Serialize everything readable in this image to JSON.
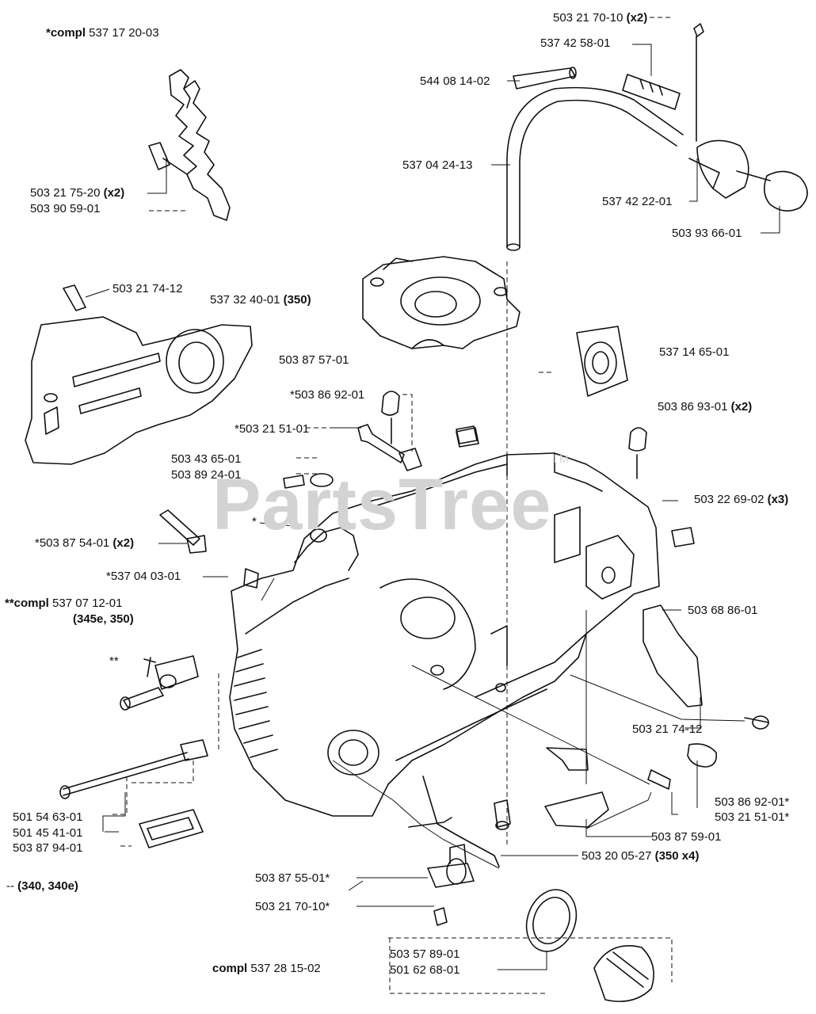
{
  "watermark": {
    "text": "PartsTree",
    "tm": "TM"
  },
  "labels": [
    {
      "id": "compl-537-17-20-03",
      "pre": "*compl",
      "text": " 537 17 20-03",
      "bold": ""
    },
    {
      "id": "503-21-70-10-top",
      "pre": "",
      "text": "503 21 70-10 ",
      "bold": "(x2)"
    },
    {
      "id": "537-42-58-01",
      "pre": "",
      "text": "537 42 58-01",
      "bold": ""
    },
    {
      "id": "544-08-14-02",
      "pre": "",
      "text": "544 08 14-02",
      "bold": ""
    },
    {
      "id": "537-04-24-13",
      "pre": "",
      "text": "537 04 24-13",
      "bold": ""
    },
    {
      "id": "503-21-75-20",
      "pre": "",
      "text": "503 21 75-20 ",
      "bold": "(x2)"
    },
    {
      "id": "503-90-59-01",
      "pre": "",
      "text": "503 90 59-01",
      "bold": ""
    },
    {
      "id": "537-42-22-01",
      "pre": "",
      "text": "537 42 22-01",
      "bold": ""
    },
    {
      "id": "503-93-66-01",
      "pre": "",
      "text": "503 93 66-01",
      "bold": ""
    },
    {
      "id": "503-21-74-12-top",
      "pre": "",
      "text": "503 21 74-12",
      "bold": ""
    },
    {
      "id": "537-32-40-01",
      "pre": "",
      "text": "537 32 40-01 ",
      "bold": "(350)"
    },
    {
      "id": "537-14-65-01",
      "pre": "",
      "text": "537 14 65-01",
      "bold": ""
    },
    {
      "id": "503-87-57-01",
      "pre": "",
      "text": "503 87 57-01",
      "bold": ""
    },
    {
      "id": "503-86-92-01-star",
      "pre": "",
      "text": "*503 86 92-01",
      "bold": ""
    },
    {
      "id": "503-86-93-01",
      "pre": "",
      "text": "503 86 93-01 ",
      "bold": "(x2)"
    },
    {
      "id": "503-21-51-01-star",
      "pre": "",
      "text": "*503 21 51-01",
      "bold": ""
    },
    {
      "id": "503-43-65-01",
      "pre": "",
      "text": "503 43 65-01",
      "bold": ""
    },
    {
      "id": "503-89-24-01",
      "pre": "",
      "text": "503 89 24-01",
      "bold": ""
    },
    {
      "id": "503-22-69-02",
      "pre": "",
      "text": "503 22 69-02 ",
      "bold": "(x3)"
    },
    {
      "id": "star-single",
      "pre": "",
      "text": "*",
      "bold": ""
    },
    {
      "id": "503-87-54-01",
      "pre": "",
      "text": "*503 87 54-01 ",
      "bold": "(x2)"
    },
    {
      "id": "537-04-03-01",
      "pre": "",
      "text": "*537 04 03-01",
      "bold": ""
    },
    {
      "id": "503-68-86-01",
      "pre": "",
      "text": "503 68 86-01",
      "bold": ""
    },
    {
      "id": "compl-537-07-12-01",
      "pre": "**compl",
      "text": " 537 07 12-01",
      "bold": ""
    },
    {
      "id": "345e-350",
      "pre": "",
      "text": "",
      "bold": "(345e, 350)"
    },
    {
      "id": "double-star",
      "pre": "",
      "text": "**",
      "bold": ""
    },
    {
      "id": "503-21-74-12-right",
      "pre": "",
      "text": "503 21 74-12",
      "bold": ""
    },
    {
      "id": "503-86-92-01-b",
      "pre": "",
      "text": "503 86 92-01*",
      "bold": ""
    },
    {
      "id": "503-21-51-01-b",
      "pre": "",
      "text": "503 21 51-01*",
      "bold": ""
    },
    {
      "id": "501-54-63-01",
      "pre": "",
      "text": "501 54 63-01",
      "bold": ""
    },
    {
      "id": "501-45-41-01",
      "pre": "",
      "text": "501 45 41-01",
      "bold": ""
    },
    {
      "id": "503-87-94-01",
      "pre": "",
      "text": "503 87 94-01",
      "bold": ""
    },
    {
      "id": "503-87-59-01",
      "pre": "",
      "text": "503 87 59-01",
      "bold": ""
    },
    {
      "id": "503-20-05-27",
      "pre": "",
      "text": "503 20 05-27 ",
      "bold": "(350 x4)"
    },
    {
      "id": "340-340e",
      "pre": "",
      "text": "",
      "bold": "(340, 340e)"
    },
    {
      "id": "503-87-55-01",
      "pre": "",
      "text": "503 87 55-01*",
      "bold": ""
    },
    {
      "id": "503-21-70-10-bottom",
      "pre": "",
      "text": "503 21 70-10*",
      "bold": ""
    },
    {
      "id": "503-57-89-01",
      "pre": "",
      "text": "503 57 89-01",
      "bold": ""
    },
    {
      "id": "501-62-68-01",
      "pre": "",
      "text": "501 62 68-01",
      "bold": ""
    },
    {
      "id": "compl-537-28-15-02",
      "pre": "compl",
      "text": " 537 28 15-02",
      "bold": ""
    }
  ]
}
